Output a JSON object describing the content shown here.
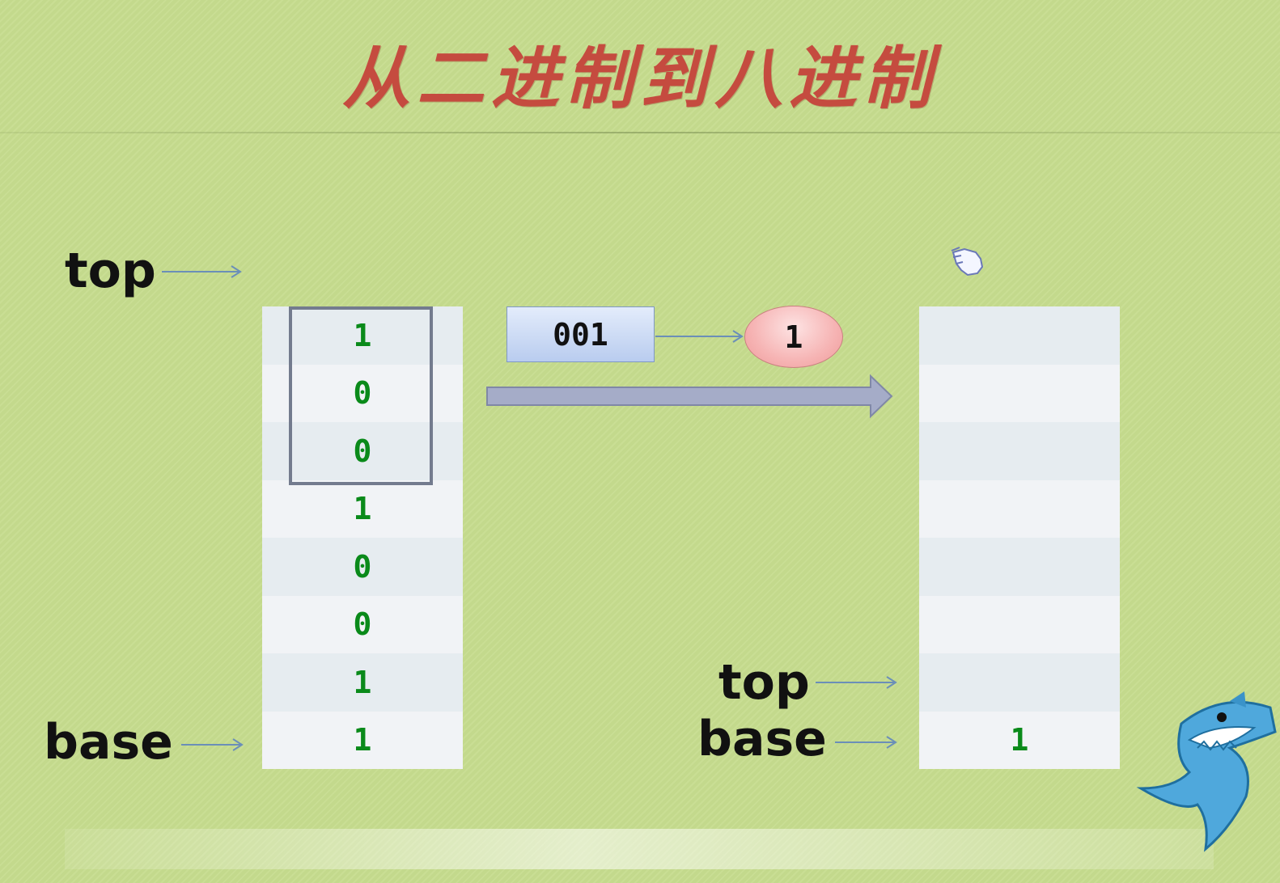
{
  "title": "从二进制到八进制",
  "left_stack": {
    "top_label": "top",
    "base_label": "base",
    "cells": [
      "1",
      "0",
      "0",
      "1",
      "0",
      "0",
      "1",
      "1"
    ]
  },
  "current_group": {
    "bits": "001",
    "result": "1"
  },
  "right_stack": {
    "top_label": "top",
    "base_label": "base",
    "cells": [
      "",
      "",
      "",
      "",
      "",
      "",
      "",
      "1"
    ]
  },
  "colors": {
    "background": "#c6dc8e",
    "title": "#c54b3f",
    "digits": "#0a8a1a",
    "highlight_border": "#737b8e",
    "big_arrow": "#a5acc8"
  },
  "icons": [
    "hand-cursor-icon",
    "shark-mascot-icon"
  ]
}
